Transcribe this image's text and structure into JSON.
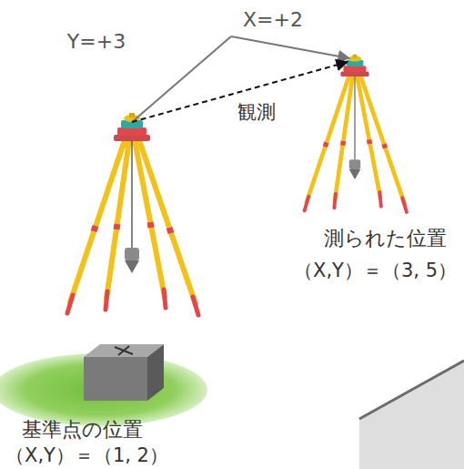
{
  "diagram": {
    "labels": [
      "Y=+3",
      "X=+2",
      "観測",
      "測られた位置",
      "（X,Y）＝（3, 5）",
      "基準点の位置",
      "（X,Y）＝（1, 2）"
    ]
  }
}
